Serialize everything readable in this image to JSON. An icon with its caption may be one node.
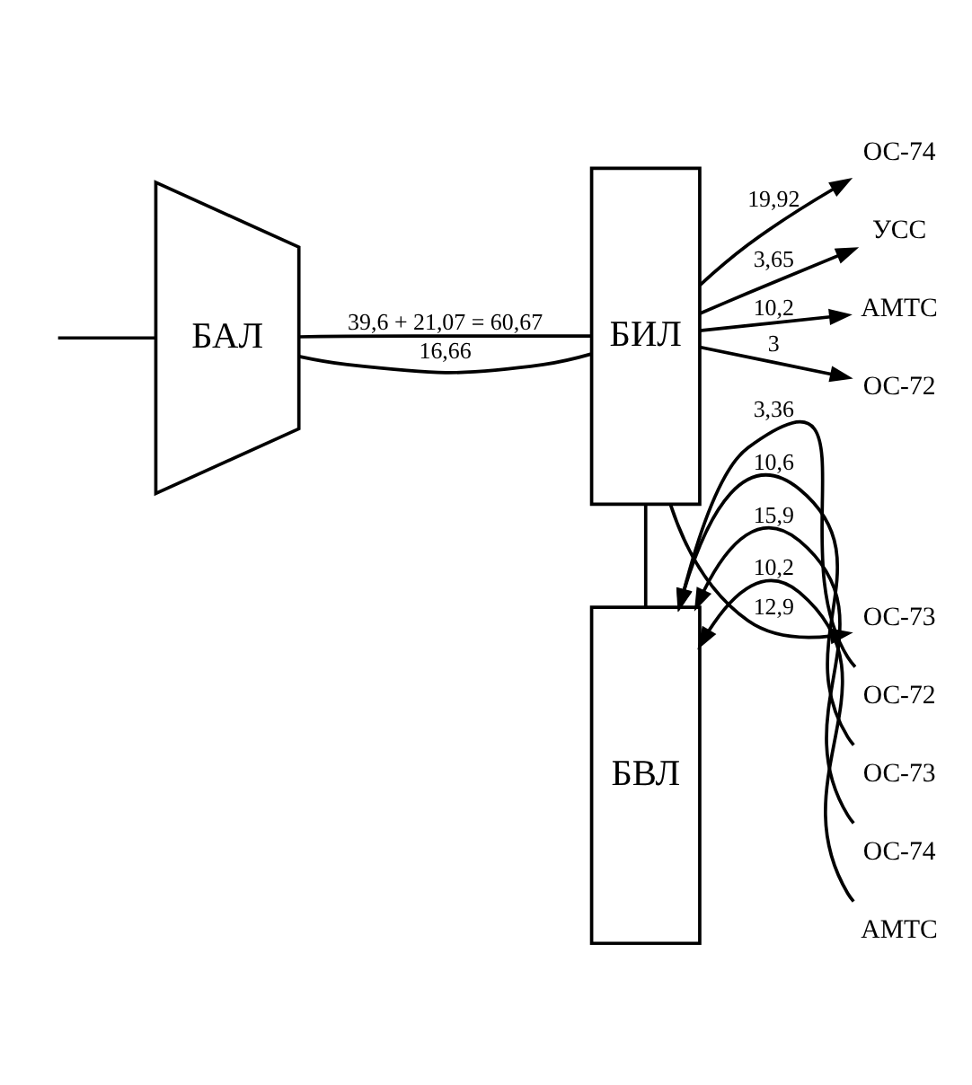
{
  "diagram": {
    "nodes": [
      {
        "text": [
          "БАЛ"
        ]
      },
      {
        "text": [
          "БИЛ"
        ]
      },
      {
        "text": [
          "БВЛ"
        ]
      },
      {
        "text": [
          "ОС-72"
        ]
      },
      {
        "text": [
          "ОС-73"
        ]
      },
      {
        "text": [
          "ОС-74"
        ]
      },
      {
        "text": [
          "УСС"
        ]
      },
      {
        "text": [
          "АМТС"
        ]
      },
      {
        "text": [
          "ОС-72"
        ]
      },
      {
        "text": [
          "ОС-73"
        ]
      },
      {
        "text": [
          "ОС-74"
        ]
      },
      {
        "text": [
          "АМТС"
        ]
      }
    ],
    "edges": [
      {
        "from": null,
        "to": 0,
        "arrow": "none"
      },
      {
        "from": 0,
        "to": 1,
        "arrow": "none",
        "label": "39,6 + 21,07 = 60,67"
      },
      {
        "from": 0,
        "to": 1,
        "arrow": "none",
        "label": "16,66"
      },
      {
        "from": 1,
        "to": 3,
        "arrow": "to",
        "label": "3"
      },
      {
        "from": 1,
        "to": 4,
        "arrow": "to",
        "label": "12,9"
      },
      {
        "from": 1,
        "to": 5,
        "arrow": "to",
        "label": "19,92"
      },
      {
        "from": 1,
        "to": 6,
        "arrow": "to",
        "label": "3,65"
      },
      {
        "from": 1,
        "to": 7,
        "arrow": "to",
        "label": "10,2"
      },
      {
        "from": 1,
        "to": 2,
        "arrow": "none"
      },
      {
        "from": 8,
        "to": 2,
        "arrow": "to",
        "label": "3,36"
      },
      {
        "from": 9,
        "to": 2,
        "arrow": "to",
        "label": "10,6"
      },
      {
        "from": 10,
        "to": 2,
        "arrow": "to",
        "label": "15,9"
      },
      {
        "from": 11,
        "to": 2,
        "arrow": "to",
        "label": "10,2"
      }
    ]
  }
}
